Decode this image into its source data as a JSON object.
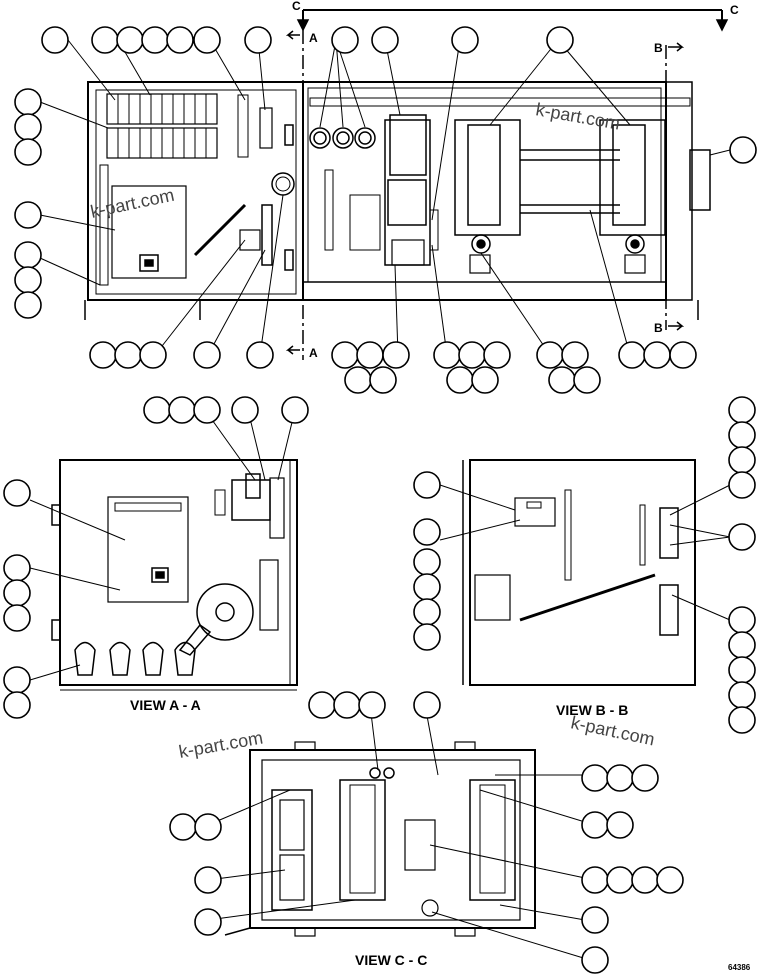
{
  "section_markers": {
    "a": "A",
    "b": "B",
    "c": "C"
  },
  "views": {
    "view_a": "VIEW A - A",
    "view_b": "VIEW B - B",
    "view_c": "VIEW C - C"
  },
  "watermark": "k-part.com",
  "drawing_code": "64386"
}
